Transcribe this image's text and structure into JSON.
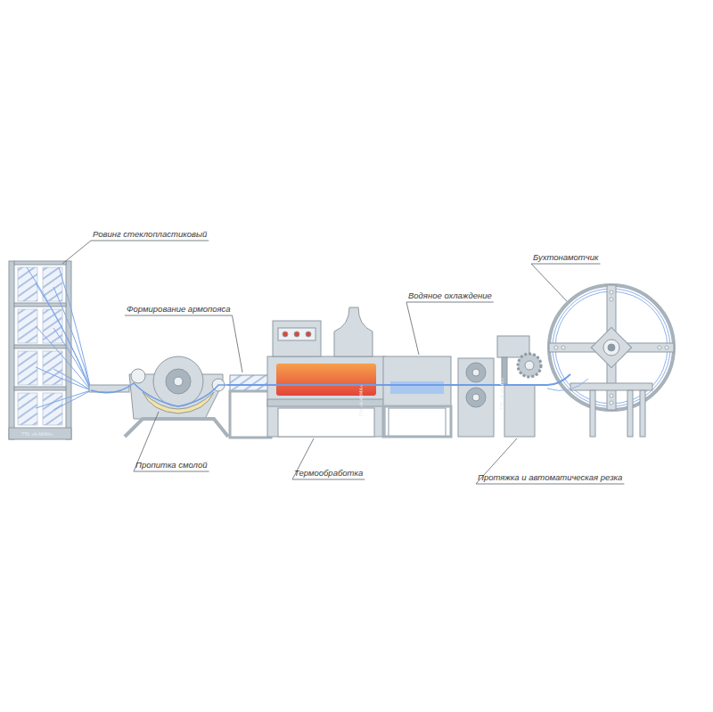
{
  "diagram": {
    "labels": [
      "Ровинг стеклопластиковый",
      "Формирование армопояса",
      "Пропитка смолой",
      "Термообработка",
      "Водяное охлаждение",
      "Протяжка и автоматическая резка",
      "Бухтонамотчик",
      "TTK «K-ARMA»",
      "TTK «K-ARMA»",
      "TTK «K-ARMA»"
    ]
  }
}
